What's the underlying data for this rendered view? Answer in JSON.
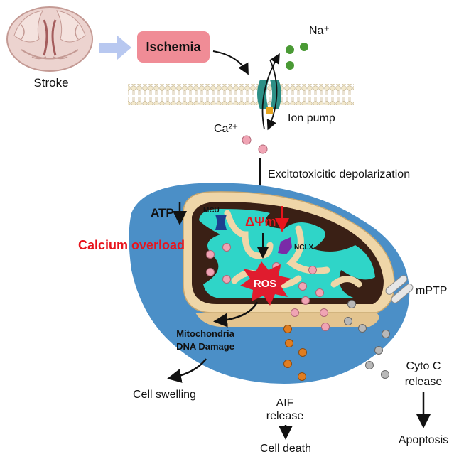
{
  "labels": {
    "stroke": "Stroke",
    "ischemia": "Ischemia",
    "na_ion": "Na⁺",
    "ion_pump": "Ion pump",
    "ca_ion": "Ca²⁺",
    "excitotoxicity": "Excitotoxicitic depolarization",
    "atp": "ATP",
    "mcu": "MCU",
    "delta_psi_m": "ΔΨm",
    "calcium_overload": "Calcium overload",
    "nclx": "NCLX",
    "ros": "ROS",
    "mptp": "mPTP",
    "mito_dna_damage_line1": "Mitochondria",
    "mito_dna_damage_line2": "DNA Damage",
    "cell_swelling": "Cell swelling",
    "aif_line1": "AIF",
    "aif_line2": "release",
    "cell_death": "Cell death",
    "cyto_c_line1": "Cyto C",
    "cyto_c_line2": "release",
    "apoptosis": "Apoptosis"
  },
  "colors": {
    "ischemia_box": "#f08c96",
    "cell_body": "#4b8fc7",
    "matrix": "#2fd5c8",
    "membrane": "#efd6a8",
    "membrane_dark": "#3a2015",
    "ros_burst": "#e01c2e",
    "na_dot": "#4a9a35",
    "ca_dot": "#f0a4b4",
    "aif_dot": "#e07d20",
    "cytoc_dot": "#b8b8b8",
    "mcu": "#1c3f8f",
    "nclx": "#7a2ba8",
    "arrow_highlight": "#e8141c"
  }
}
